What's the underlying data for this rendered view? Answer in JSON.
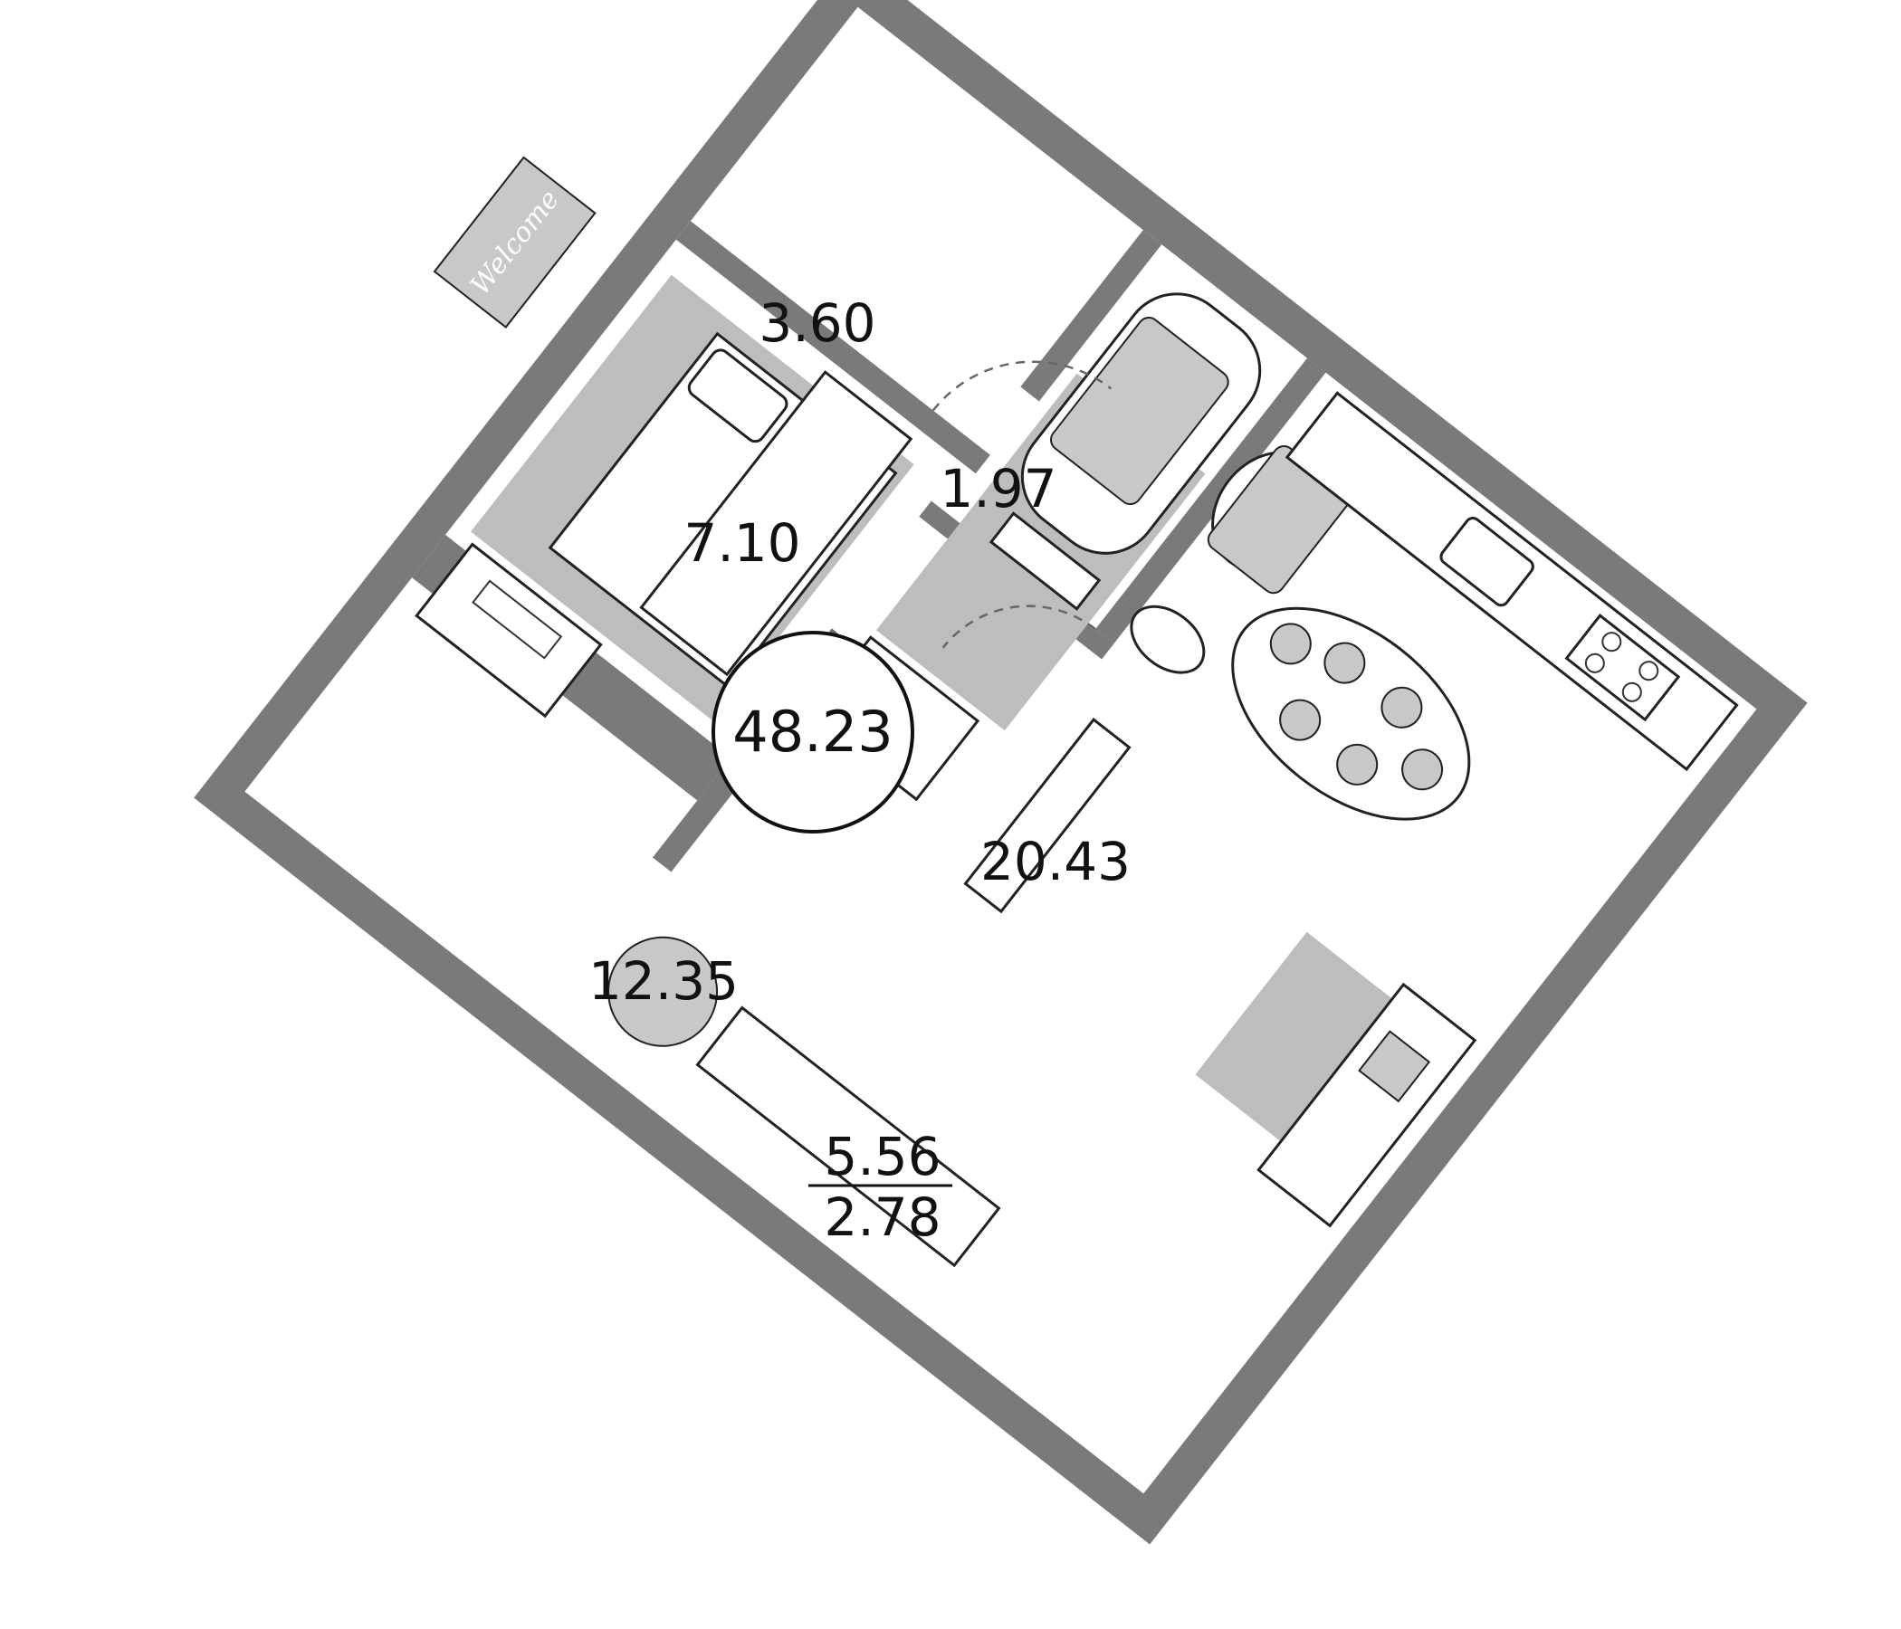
{
  "plan": {
    "total_area": "48.23",
    "rooms": [
      {
        "id": "bathroom",
        "area": "3.60"
      },
      {
        "id": "toilet",
        "area": "1.97"
      },
      {
        "id": "hallway",
        "area": "7.10"
      },
      {
        "id": "bedroom",
        "area": "12.35"
      },
      {
        "id": "kitchen-living",
        "area": "20.43"
      }
    ],
    "balcony": {
      "area": "5.56",
      "reduced_area": "2.78"
    },
    "doormat_text": "Welcome"
  },
  "colors": {
    "wall": "#7a7a7a",
    "rug": "#bdbdbd",
    "floor": "#ffffff",
    "ink": "#222222"
  }
}
